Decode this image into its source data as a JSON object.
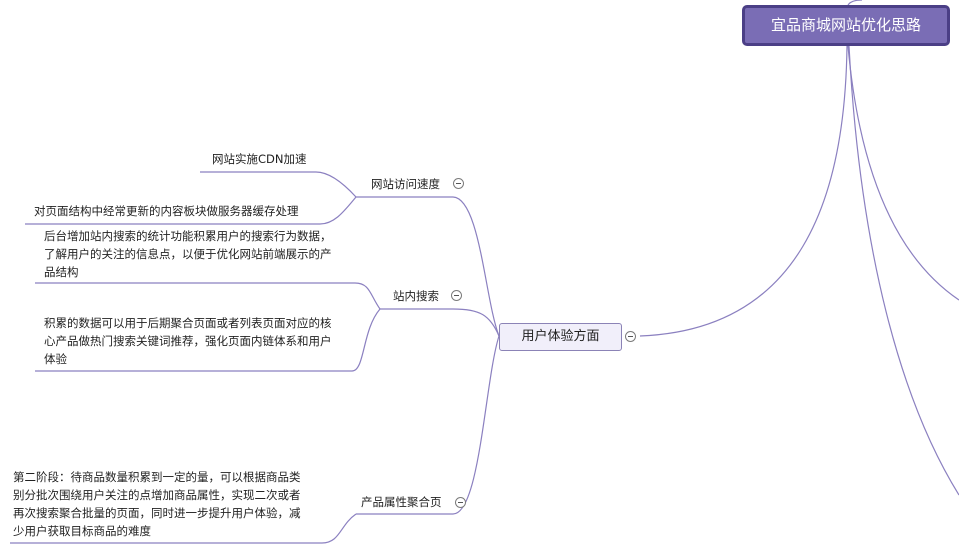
{
  "root": {
    "title": "宜品商城网站优化思路"
  },
  "main_branch": {
    "title": "用户体验方面"
  },
  "topics": [
    {
      "title": "网站访问速度",
      "leaves": [
        "网站实施CDN加速",
        "对页面结构中经常更新的内容板块做服务器缓存处理"
      ]
    },
    {
      "title": "站内搜索",
      "leaves": [
        "后台增加站内搜索的统计功能积累用户的搜索行为数据，了解用户的关注的信息点，以便于优化网站前端展示的产品结构",
        "积累的数据可以用于后期聚合页面或者列表页面对应的核心产品做热门搜索关键词推荐，强化页面内链体系和用户体验"
      ]
    },
    {
      "title": "产品属性聚合页",
      "leaves": [
        "第二阶段：待商品数量积累到一定的量，可以根据商品类别分批次围绕用户关注的点增加商品属性，实现二次或者再次搜索聚合批量的页面，同时进一步提升用户体验，减少用户获取目标商品的难度"
      ]
    }
  ],
  "colors": {
    "root_fill": "#7a6db5",
    "root_border": "#4b3f86",
    "line": "#8b80c0",
    "branch_fill": "#f1effa"
  }
}
